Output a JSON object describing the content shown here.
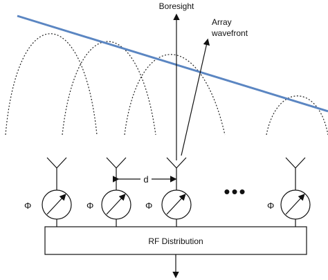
{
  "labels": {
    "boresight": "Boresight",
    "array_line1": "Array",
    "array_line2": "wavefront",
    "spacing": "d",
    "phase": "Φ",
    "rf_box": "RF Distribution"
  },
  "colors": {
    "wavefront": "#5b86c2",
    "ink": "#111111"
  },
  "elements": [
    {
      "phase_label": "Φ"
    },
    {
      "phase_label": "Φ"
    },
    {
      "phase_label": "Φ"
    },
    {
      "phase_label": "Φ"
    }
  ],
  "ellipsis": "•••"
}
